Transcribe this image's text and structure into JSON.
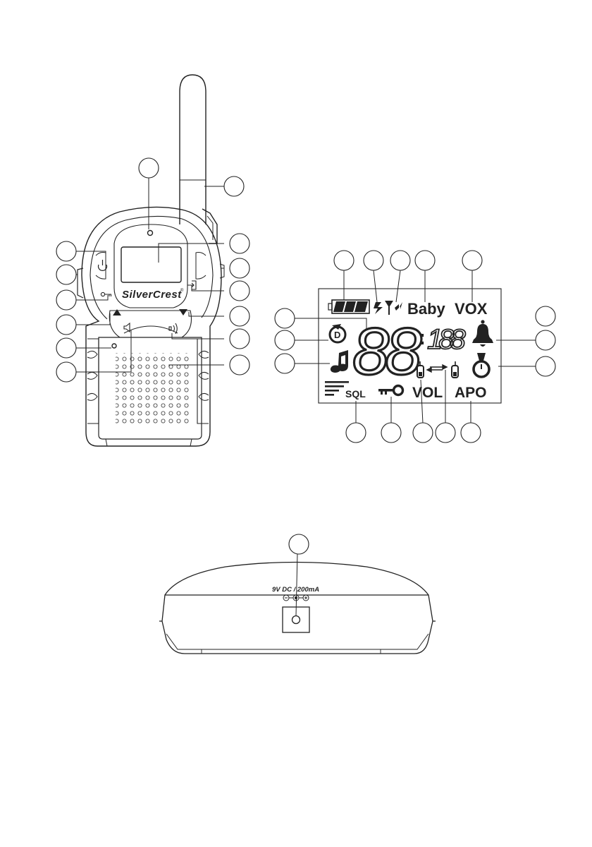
{
  "figure": {
    "brand_text": "SilverCrest",
    "brand_mark": "®",
    "lcd_labels": {
      "baby": "Baby",
      "vox": "VOX",
      "sql": "SQL",
      "vol": "VOL",
      "apo": "APO",
      "d_badge": "D",
      "big_digits": "88",
      "small_digits": "188",
      "colon": ":"
    },
    "base_station": {
      "power_label": "9V DC / 200mA"
    },
    "icons": [
      "power-icon",
      "key-lock-icon",
      "up-triangle-icon",
      "down-triangle-icon",
      "menu-enter-icon",
      "speaker-icon",
      "call-icon",
      "battery-icon",
      "signal-icon",
      "antenna-icon",
      "music-note-icon",
      "dual-watch-icon",
      "bell-icon",
      "timer-icon",
      "key-icon",
      "baby-unit-icon",
      "parent-unit-icon",
      "link-arrows-icon",
      "power-jack-icon",
      "polarity-icon"
    ],
    "callout_count": 30
  }
}
